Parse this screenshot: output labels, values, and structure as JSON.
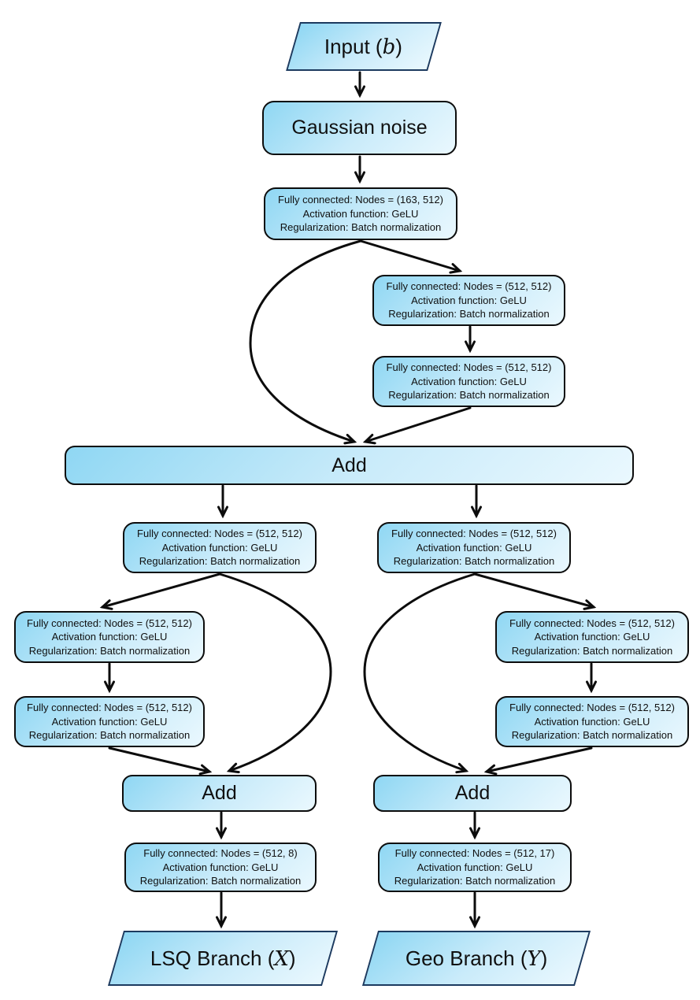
{
  "nodes": {
    "input": {
      "prefix": "Input (",
      "variable": "b",
      "suffix": ")"
    },
    "gaussian_noise": {
      "label": "Gaussian noise"
    },
    "fc_main": {
      "line1": "Fully connected: Nodes = (163, 512)",
      "line2": "Activation function: GeLU",
      "line3": "Regularization: Batch normalization"
    },
    "fc_mid1": {
      "line1": "Fully connected: Nodes = (512, 512)",
      "line2": "Activation function: GeLU",
      "line3": "Regularization: Batch normalization"
    },
    "fc_mid2": {
      "line1": "Fully connected: Nodes = (512, 512)",
      "line2": "Activation function: GeLU",
      "line3": "Regularization: Batch normalization"
    },
    "add_main": {
      "label": "Add"
    },
    "fc_left1": {
      "line1": "Fully connected: Nodes = (512, 512)",
      "line2": "Activation function: GeLU",
      "line3": "Regularization: Batch normalization"
    },
    "fc_left2": {
      "line1": "Fully connected: Nodes = (512, 512)",
      "line2": "Activation function: GeLU",
      "line3": "Regularization: Batch normalization"
    },
    "fc_left3": {
      "line1": "Fully connected: Nodes = (512, 512)",
      "line2": "Activation function: GeLU",
      "line3": "Regularization: Batch normalization"
    },
    "add_left": {
      "label": "Add"
    },
    "fc_left_out": {
      "line1": "Fully connected: Nodes = (512, 8)",
      "line2": "Activation function: GeLU",
      "line3": "Regularization: Batch normalization"
    },
    "lsq_output": {
      "prefix": "LSQ Branch (",
      "variable": "X",
      "suffix": ")"
    },
    "fc_right1": {
      "line1": "Fully connected: Nodes = (512, 512)",
      "line2": "Activation function: GeLU",
      "line3": "Regularization: Batch normalization"
    },
    "fc_right2": {
      "line1": "Fully connected: Nodes = (512, 512)",
      "line2": "Activation function: GeLU",
      "line3": "Regularization: Batch normalization"
    },
    "fc_right3": {
      "line1": "Fully connected: Nodes = (512, 512)",
      "line2": "Activation function: GeLU",
      "line3": "Regularization: Batch normalization"
    },
    "add_right": {
      "label": "Add"
    },
    "fc_right_out": {
      "line1": "Fully connected: Nodes = (512, 17)",
      "line2": "Activation function: GeLU",
      "line3": "Regularization: Batch normalization"
    },
    "geo_output": {
      "prefix": "Geo Branch (",
      "variable": "Y",
      "suffix": ")"
    }
  },
  "colors": {
    "block_fill_start": "#8fd7f3",
    "block_fill_end": "#eaf8fe",
    "block_border": "#0c0c0c",
    "io_border": "#1c3a5f",
    "connector": "#0c0c0c"
  }
}
